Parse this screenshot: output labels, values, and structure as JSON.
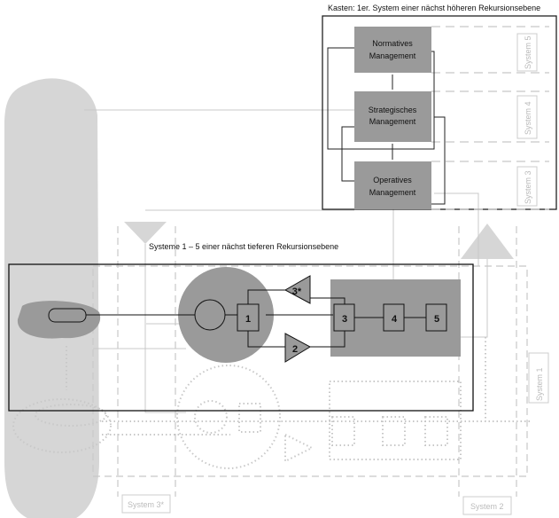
{
  "upper_caption": "Kasten: 1er. System einer nächst höheren Rekursionsebene",
  "lower_caption": "Systeme 1 – 5 einer nächst tieferen Rekursionsebene",
  "management": {
    "normative": [
      "Normatives",
      "Management"
    ],
    "strategic": [
      "Strategisches",
      "Management"
    ],
    "operative": [
      "Operatives",
      "Management"
    ]
  },
  "system_labels": {
    "s5": "System 5",
    "s4": "System 4",
    "s3": "System 3",
    "s1": "System 1",
    "s3star": "System 3*",
    "s2": "System 2"
  },
  "units": {
    "u1": "1",
    "u2": "2",
    "u3star": "3*",
    "u3": "3",
    "u4": "4",
    "u5": "5"
  },
  "colors": {
    "dark_gray": "#9a9a9a",
    "light_gray": "#d6d6d6",
    "faint": "#c8c8c8"
  }
}
